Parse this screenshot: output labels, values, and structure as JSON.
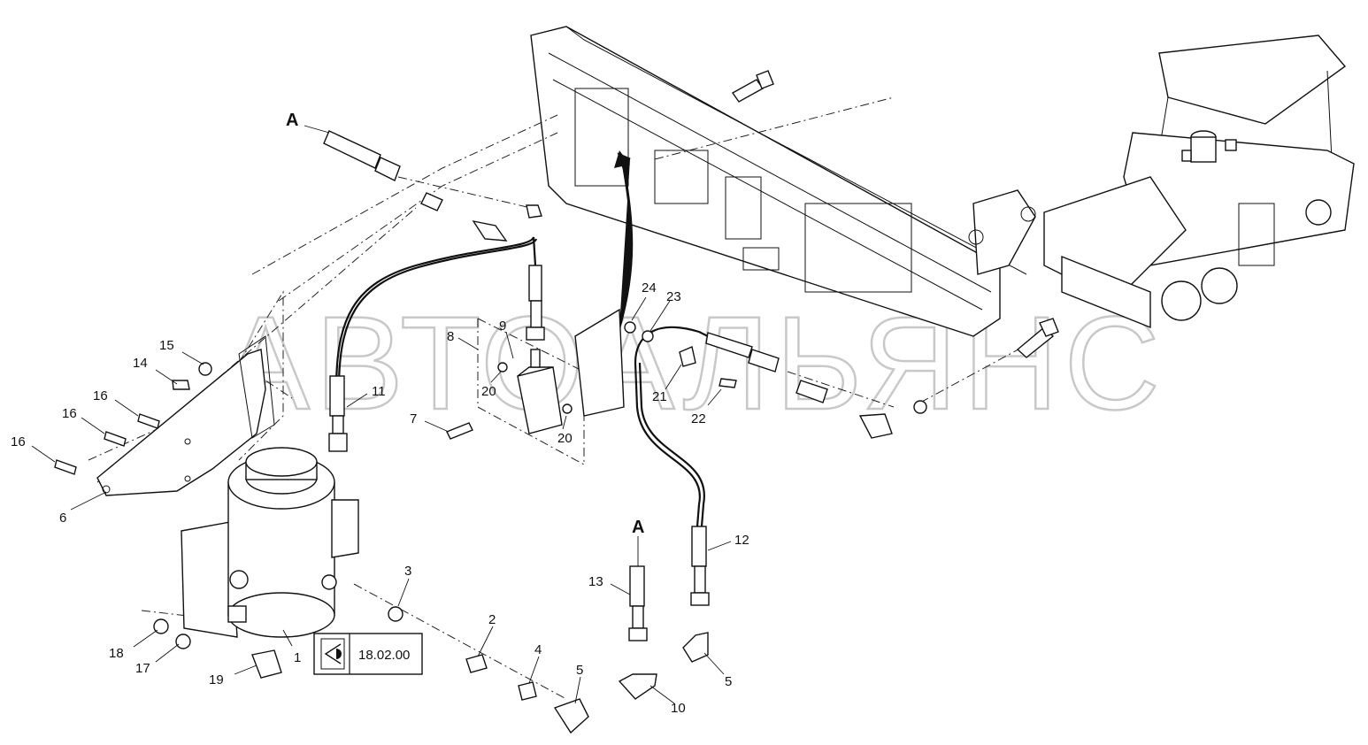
{
  "watermark": "АВТОАЛЬЯНС",
  "view_reference": {
    "icon": "eye-view-icon",
    "text": "18.02.00"
  },
  "detail_marker": "A",
  "labels": {
    "p1": "1",
    "p2": "2",
    "p3": "3",
    "p4": "4",
    "p5a": "5",
    "p5b": "5",
    "p6": "6",
    "p7": "7",
    "p8": "8",
    "p9": "9",
    "p10": "10",
    "p11": "11",
    "p12": "12",
    "p13": "13",
    "p14": "14",
    "p15": "15",
    "p16a": "16",
    "p16b": "16",
    "p16c": "16",
    "p17": "17",
    "p18": "18",
    "p19": "19",
    "p20a": "20",
    "p20b": "20",
    "p21": "21",
    "p22": "22",
    "p23": "23",
    "p24": "24"
  }
}
